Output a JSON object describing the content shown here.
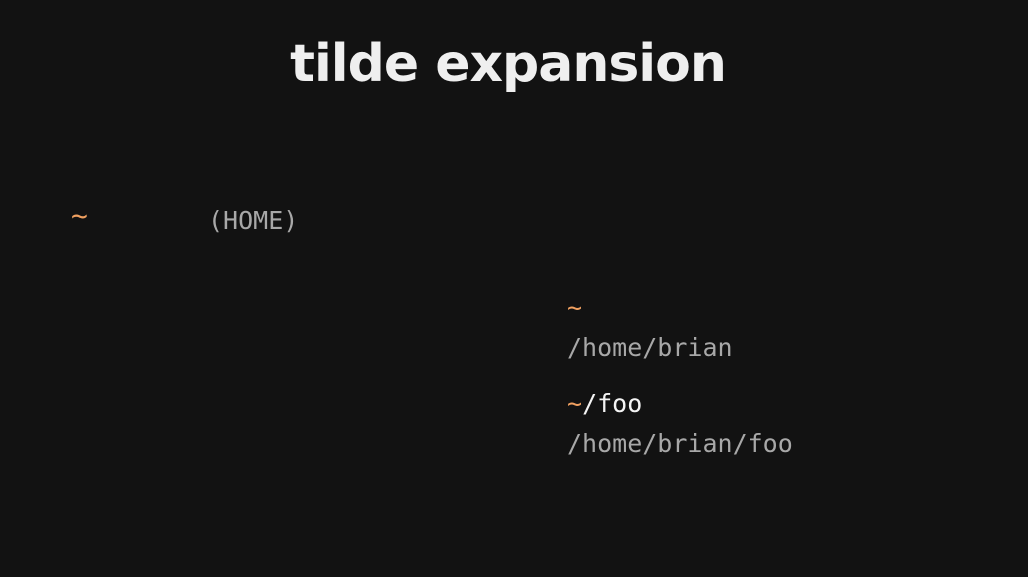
{
  "title": "tilde expansion",
  "symbol": "~",
  "symbol_meaning": "(HOME)",
  "examples": [
    {
      "input_tilde": "~",
      "input_rest": "",
      "output": "/home/brian"
    },
    {
      "input_tilde": "~",
      "input_rest": "/foo",
      "output": "/home/brian/foo"
    }
  ],
  "colors": {
    "background": "#121212",
    "tilde_accent": "#f0a060",
    "title_text": "#efefef",
    "muted_text": "#a8a8a8"
  }
}
